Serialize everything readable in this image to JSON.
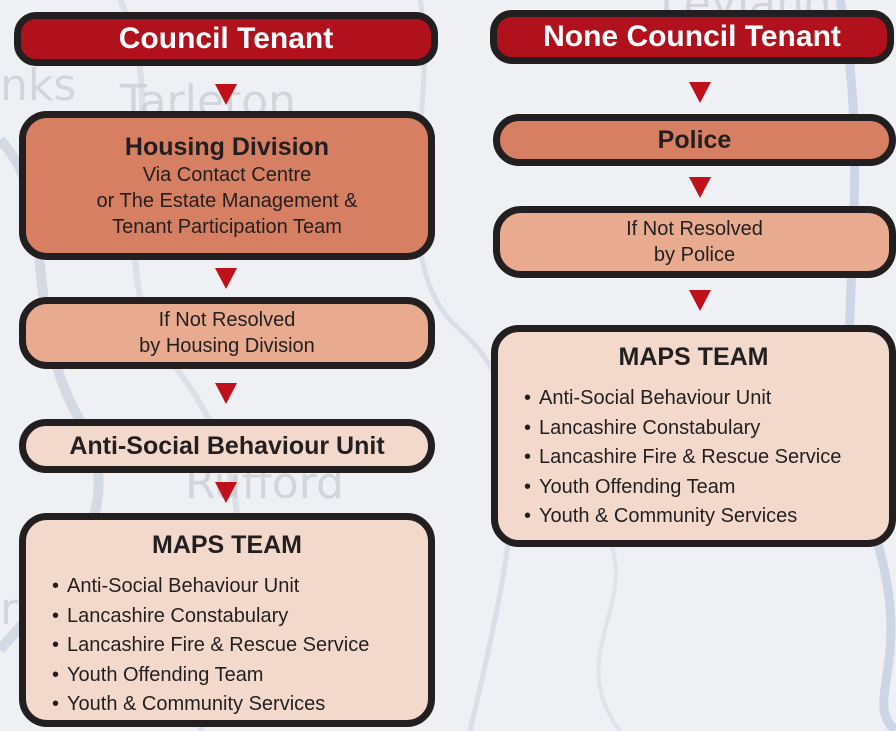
{
  "left": {
    "header": "Council Tenant",
    "housing": {
      "title": "Housing Division",
      "lines": [
        "Via Contact Centre",
        "or The Estate Management &",
        "Tenant Participation Team"
      ]
    },
    "not_resolved": [
      "If Not Resolved",
      "by Housing Division"
    ],
    "asbu": "Anti-Social Behaviour Unit",
    "maps": {
      "title": "MAPS TEAM",
      "items": [
        "Anti-Social Behaviour Unit",
        "Lancashire Constabulary",
        "Lancashire Fire & Rescue Service",
        "Youth Offending Team",
        "Youth & Community Services"
      ]
    }
  },
  "right": {
    "header": "None Council Tenant",
    "police": "Police",
    "not_resolved": [
      "If Not Resolved",
      "by Police"
    ],
    "maps": {
      "title": "MAPS TEAM",
      "items": [
        "Anti-Social Behaviour Unit",
        "Lancashire Constabulary",
        "Lancashire Fire & Rescue Service",
        "Youth Offending Team",
        "Youth & Community Services"
      ]
    }
  },
  "background_map_labels": [
    "nks",
    "Tarleton",
    "Rufford",
    "ris",
    "Leyland"
  ],
  "colors": {
    "header_red": "#b0111d",
    "arrow_red": "#c0101a",
    "box_dark": "#d67f62",
    "box_mid": "#e8ab90",
    "box_light": "#f3d9cc",
    "outline": "#231f20"
  }
}
